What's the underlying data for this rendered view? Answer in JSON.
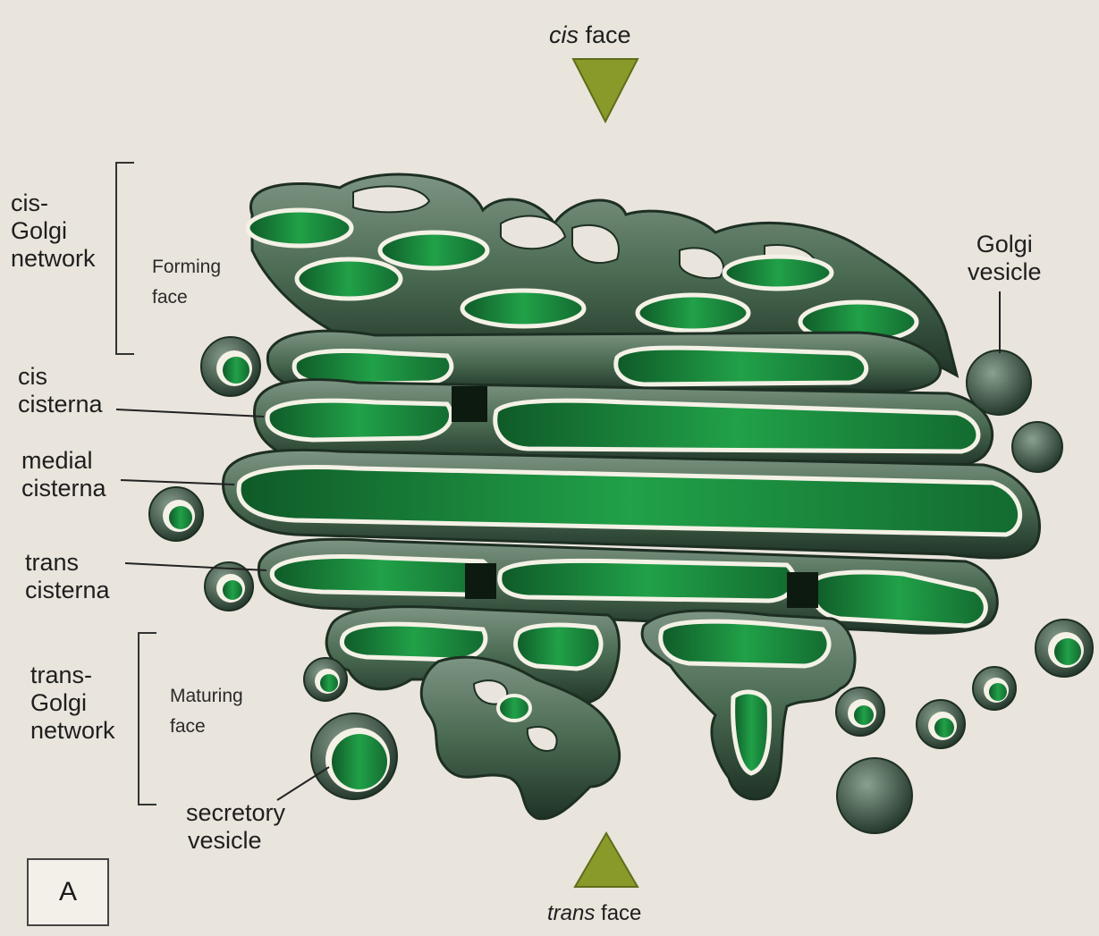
{
  "labels": {
    "cis_face": [
      "cis",
      "face"
    ],
    "trans_face": [
      "trans",
      "face"
    ],
    "cis_golgi_network": [
      "cis-",
      "Golgi",
      "network"
    ],
    "forming_face": [
      "Forming",
      "face"
    ],
    "cis_cisterna": [
      "cis",
      "cisterna"
    ],
    "medial_cisterna": [
      "medial",
      "cisterna"
    ],
    "trans_cisterna": [
      "trans",
      "cisterna"
    ],
    "trans_golgi_network": [
      "trans-",
      "Golgi",
      "network"
    ],
    "maturing_face": [
      "Maturing",
      "face"
    ],
    "secretory_vesicle": [
      "secretory",
      "vesicle"
    ],
    "golgi_vesicle": [
      "Golgi",
      "vesicle"
    ],
    "panel": "A"
  },
  "colors": {
    "background": "#e9e4dc",
    "lumen": "#1f8a3e",
    "membrane": "#4a6a52",
    "membrane_dark": "#223a2a",
    "arrow": "#8a9a2a"
  }
}
